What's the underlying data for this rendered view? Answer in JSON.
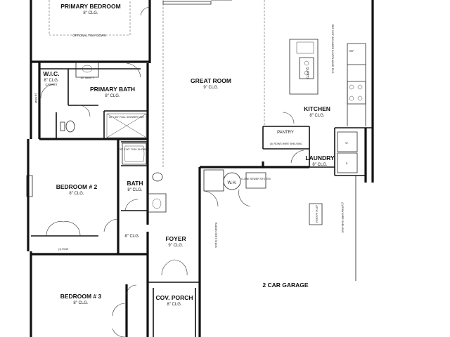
{
  "rooms": {
    "primary_bedroom": {
      "name": "PRIMARY BEDROOM",
      "clg": "8\" CLG.",
      "note": "OPTIONAL TRAY DOWN"
    },
    "wic": {
      "name": "W.I.C.",
      "clg": "8\" CLG.",
      "note": "CARPET"
    },
    "primary_bath": {
      "name": "PRIMARY BATH",
      "clg": "8\" CLG.",
      "vanity": "36\" VANITY",
      "shower": "34\" x 60\" FULL SHOWER UNIT"
    },
    "great_room": {
      "name": "GREAT ROOM",
      "clg": "9\" CLG."
    },
    "kitchen": {
      "name": "KITCHEN",
      "clg": "8\" CLG.",
      "island": "QUARTZ",
      "ref": "REF",
      "ref_note": "REF. NOT INCLUDED IN APPLIANCE PKG."
    },
    "pantry": {
      "name": "PANTRY",
      "note": "(4) ROWS WIRE SHELVING"
    },
    "laundry": {
      "name": "LAUNDRY",
      "clg": "8\" CLG.",
      "washer": "W",
      "dryer": "D",
      "shelving": "(1) ROW WIRE SHELVING"
    },
    "bedroom2": {
      "name": "BEDROOM # 2",
      "clg": "8\" CLG.",
      "closet_note": "(1) ROW"
    },
    "bath": {
      "name": "BATH",
      "clg": "8\" CLG.",
      "tub": "32\" X 60\" TUB / SHOWER"
    },
    "hall": {
      "clg": "8\" CLG."
    },
    "foyer": {
      "name": "FOYER",
      "clg": "9\" CLG."
    },
    "garage": {
      "name": "2 CAR GARAGE",
      "wh": "W.H.",
      "sewer": "E-ONE SEWER SYSTEM",
      "radon": "RADON VENT STACK",
      "attic": "ATTIC ACCESS"
    },
    "bedroom3": {
      "name": "BEDROOM # 3",
      "clg": "8\" CLG."
    },
    "porch": {
      "name": "COV. PORCH",
      "clg": "8\" CLG."
    }
  },
  "closet_row": "(1) ROW"
}
